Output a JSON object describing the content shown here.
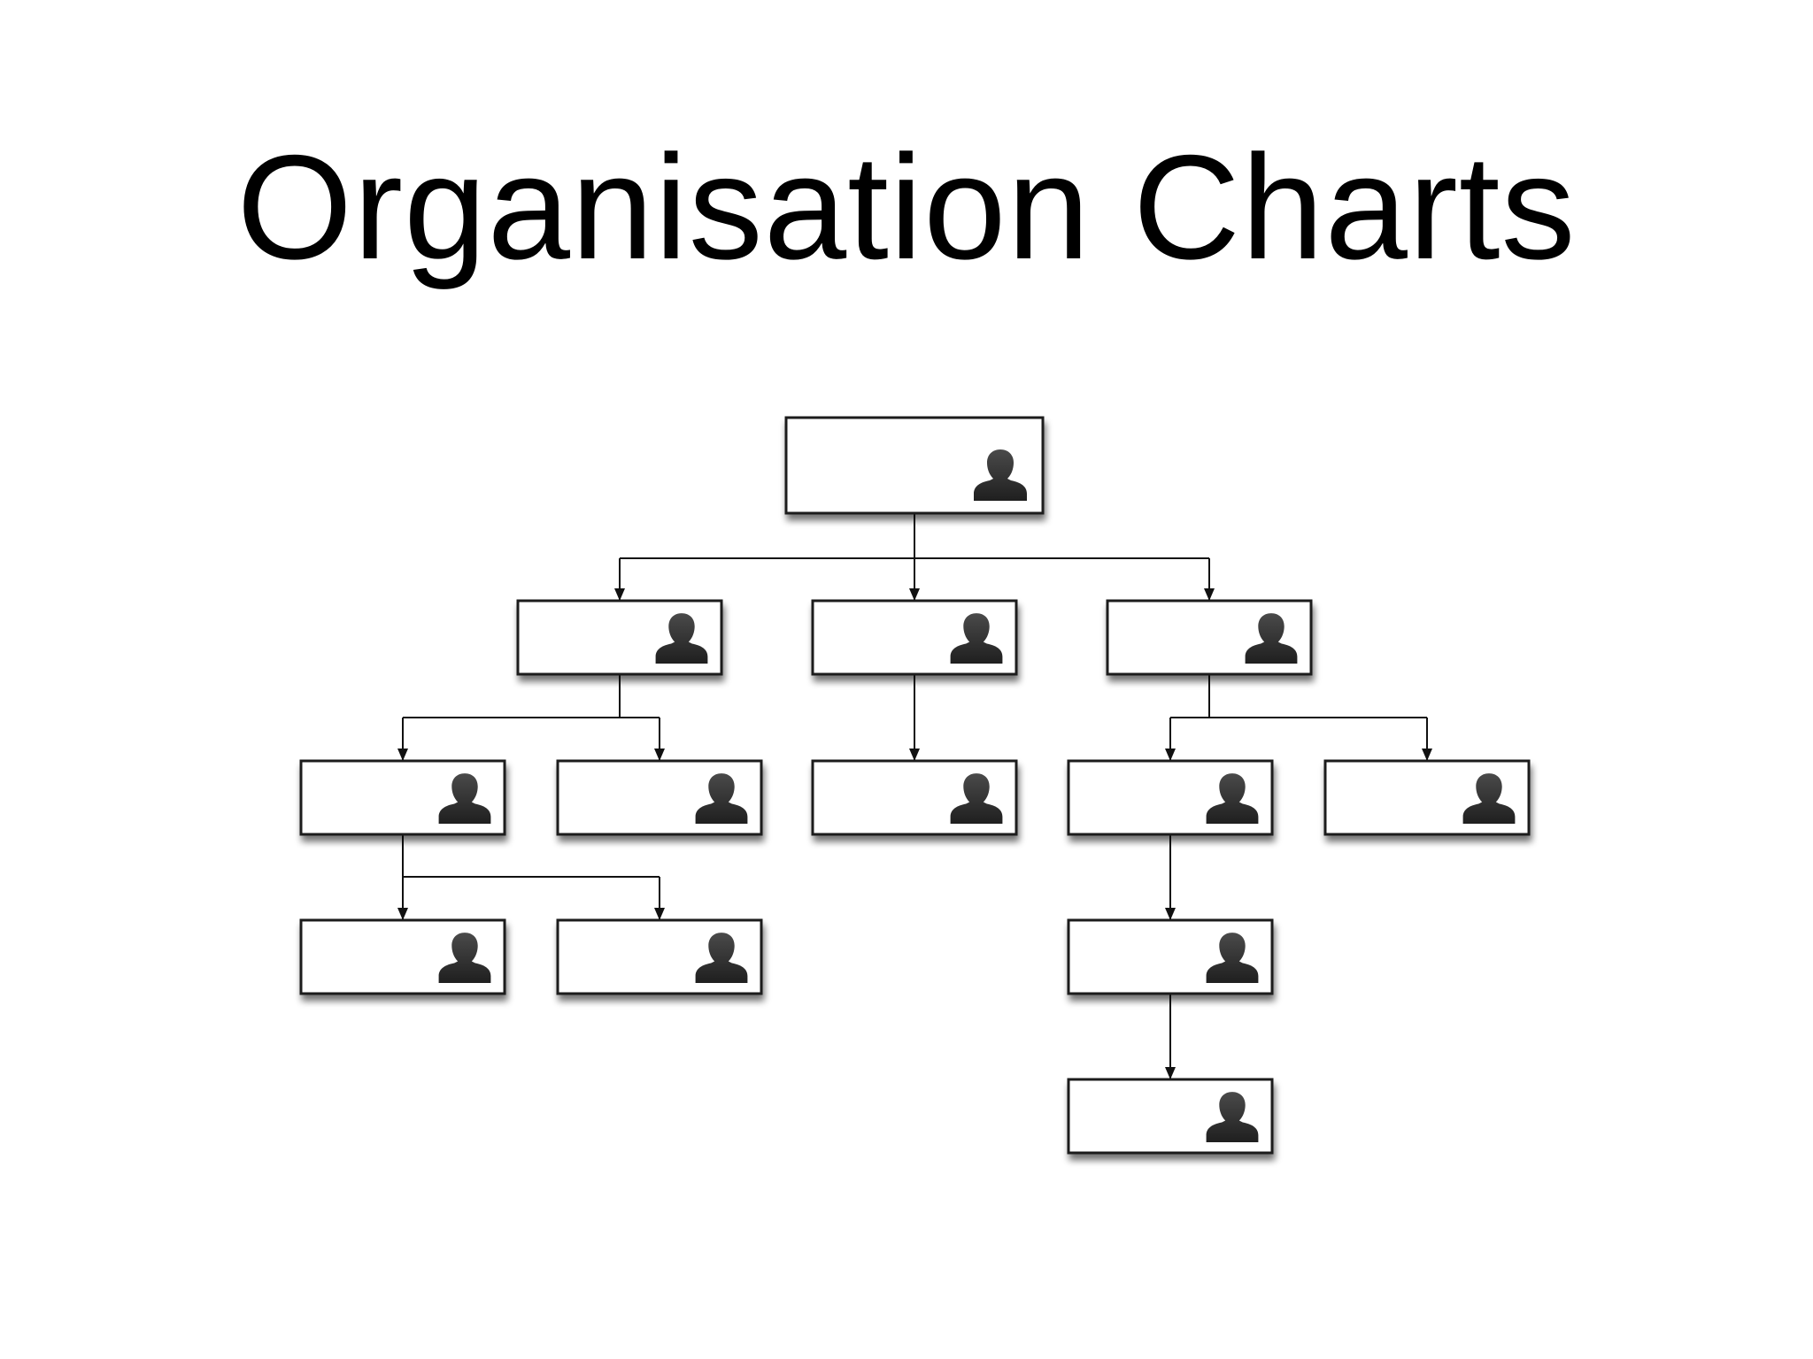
{
  "slide": {
    "title": "Organisation Charts"
  },
  "org_chart": {
    "nodes": [
      {
        "id": "root",
        "parent": null,
        "icon": "person-icon"
      },
      {
        "id": "a",
        "parent": "root",
        "icon": "person-icon"
      },
      {
        "id": "b",
        "parent": "root",
        "icon": "person-icon"
      },
      {
        "id": "c",
        "parent": "root",
        "icon": "person-icon"
      },
      {
        "id": "a1",
        "parent": "a",
        "icon": "person-icon"
      },
      {
        "id": "a2",
        "parent": "a",
        "icon": "person-icon"
      },
      {
        "id": "b1",
        "parent": "b",
        "icon": "person-icon"
      },
      {
        "id": "c1",
        "parent": "c",
        "icon": "person-icon"
      },
      {
        "id": "c2",
        "parent": "c",
        "icon": "person-icon"
      },
      {
        "id": "a1a",
        "parent": "a1",
        "icon": "person-icon"
      },
      {
        "id": "a1b",
        "parent": "a1",
        "icon": "person-icon"
      },
      {
        "id": "c1a",
        "parent": "c1",
        "icon": "person-icon"
      },
      {
        "id": "c1a1",
        "parent": "c1a",
        "icon": "person-icon"
      }
    ]
  },
  "colors": {
    "background": "#ffffff",
    "box_border": "#1a1a1a",
    "connector": "#111111",
    "person_icon": "#333333"
  }
}
